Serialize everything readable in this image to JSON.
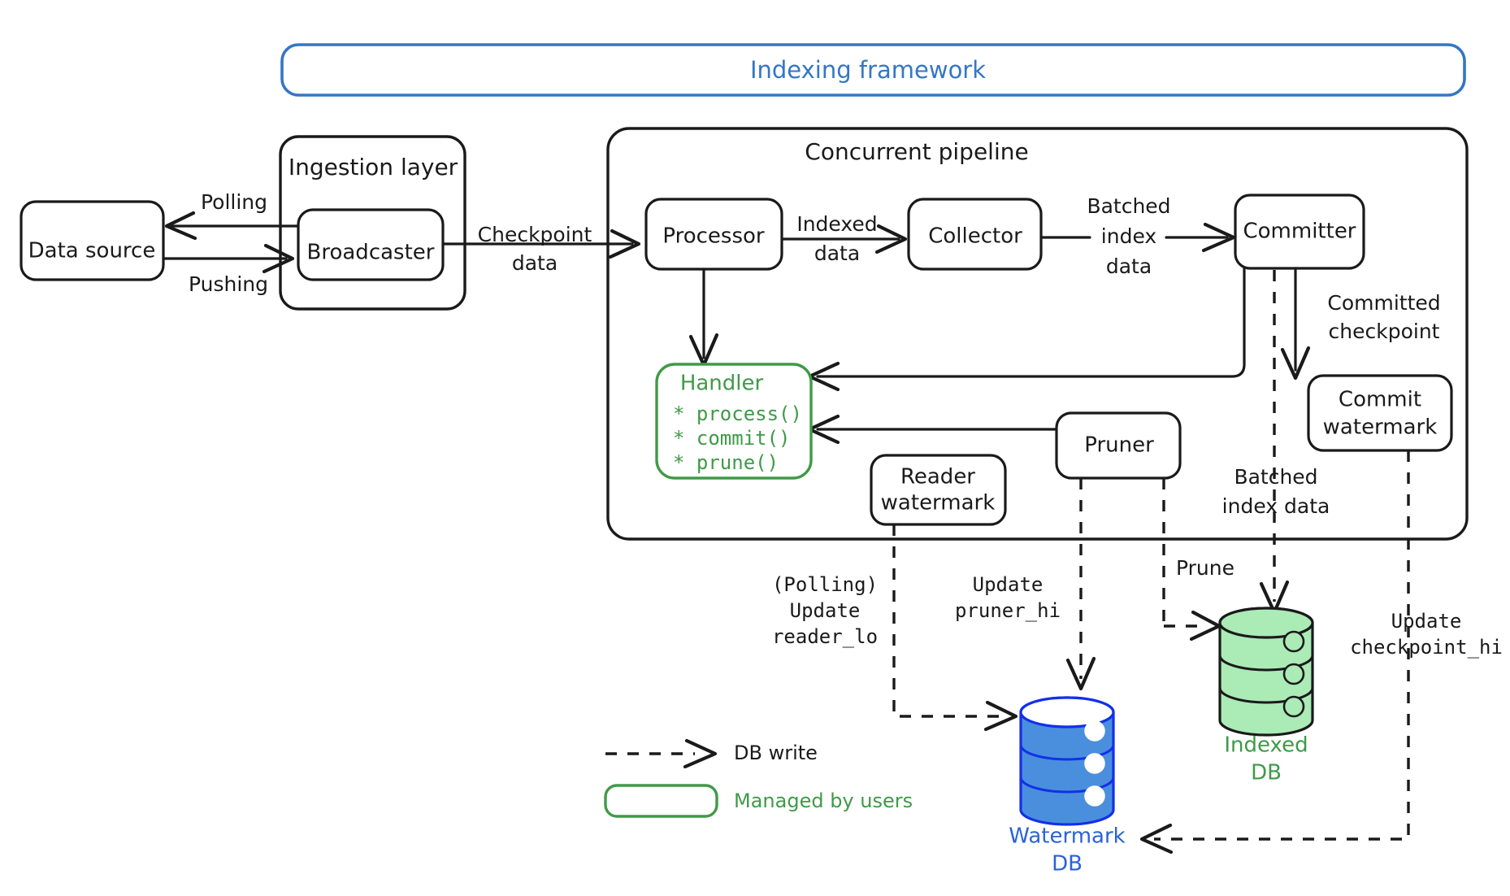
{
  "diagram": {
    "title": "Indexing framework",
    "groups": [
      {
        "id": "ingestion-layer",
        "label": "Ingestion layer"
      },
      {
        "id": "concurrent-pipeline",
        "label": "Concurrent pipeline"
      }
    ],
    "nodes": [
      {
        "id": "data-source",
        "label": "Data source"
      },
      {
        "id": "broadcaster",
        "label": "Broadcaster"
      },
      {
        "id": "processor",
        "label": "Processor"
      },
      {
        "id": "collector",
        "label": "Collector"
      },
      {
        "id": "committer",
        "label": "Committer"
      },
      {
        "id": "commit-watermark",
        "label_line1": "Commit",
        "label_line2": "watermark"
      },
      {
        "id": "reader-watermark",
        "label_line1": "Reader",
        "label_line2": "watermark"
      },
      {
        "id": "pruner",
        "label": "Pruner"
      }
    ],
    "handler": {
      "title": "Handler",
      "methods": [
        "* process()",
        "* commit()",
        "* prune()"
      ]
    },
    "databases": [
      {
        "id": "indexed-db",
        "label_line1": "Indexed",
        "label_line2": "DB",
        "color": "#abebb6",
        "label_color": "#3f9a48"
      },
      {
        "id": "watermark-db",
        "label_line1": "Watermark",
        "label_line2": "DB",
        "color": "#4a8fdd",
        "label_color": "#2a62d8"
      }
    ],
    "edge_labels": {
      "polling": "Polling",
      "pushing": "Pushing",
      "checkpoint_data_l1": "Checkpoint",
      "checkpoint_data_l2": "data",
      "indexed_data_l1": "Indexed",
      "indexed_data_l2": "data",
      "batched_index_data_l1": "Batched",
      "batched_index_data_l2": "index",
      "batched_index_data_l3": "data",
      "committed_checkpoint_l1": "Committed",
      "committed_checkpoint_l2": "checkpoint",
      "batched_index_data2_l1": "Batched",
      "batched_index_data2_l2": "index data",
      "prune": "Prune",
      "polling_update_reader_lo_l1": "(Polling)",
      "polling_update_reader_lo_l2": "Update",
      "polling_update_reader_lo_l3": "reader_lo",
      "update_pruner_hi_l1": "Update",
      "update_pruner_hi_l2": "pruner_hi",
      "update_checkpoint_hi_l1": "Update",
      "update_checkpoint_hi_l2": "checkpoint_hi"
    },
    "legend": [
      {
        "id": "db-write",
        "label": "DB write",
        "style": "dashed-arrow"
      },
      {
        "id": "managed-by-users",
        "label": "Managed by users",
        "style": "green-rounded-rect"
      }
    ],
    "colors": {
      "frame_blue": "#3576c4",
      "handler_green": "#3f9a48",
      "indexed_db_green": "#abebb6",
      "watermark_db_blue": "#4a8fdd",
      "stroke_black": "#1a1a1a"
    }
  }
}
